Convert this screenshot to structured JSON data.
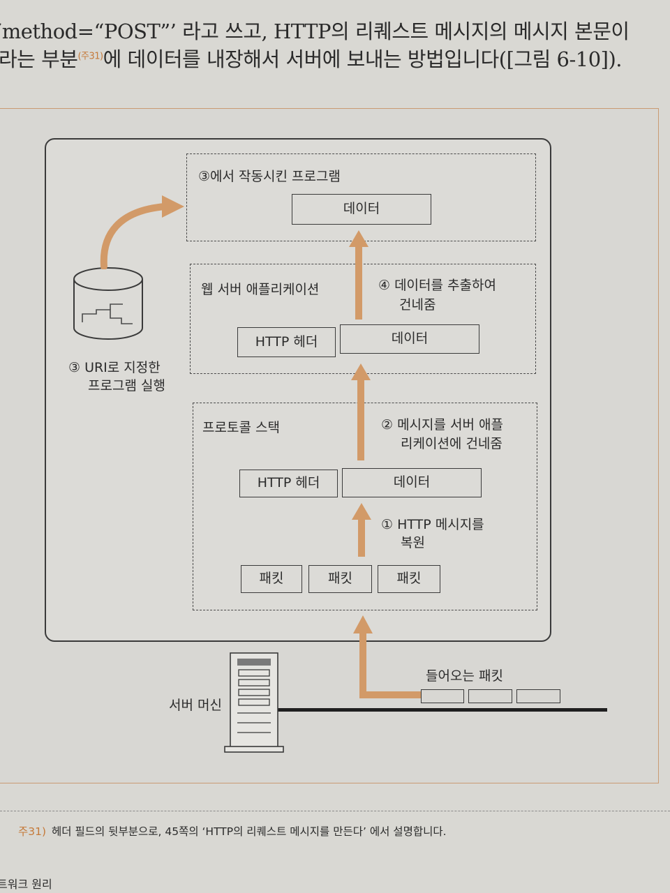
{
  "text": {
    "line1": "‘method=“POST”’ 라고 쓰고, HTTP의 리퀘스트 메시지의 메시지 본문이",
    "line2a": "라는 부분",
    "line2_sup": "(주31)",
    "line2b": "에 데이터를 내장해서 서버에 보내는 방법입니다([그림 6-10])."
  },
  "figure": {
    "top_box_title": "③에서 작동시킨 프로그램",
    "top_box_data": "데이터",
    "web_app_title": "웹 서버 애플리케이션",
    "web_app_header": "HTTP 헤더",
    "web_app_data": "데이터",
    "step4_line1": "④ 데이터를  추출하여",
    "step4_line2": "건네줌",
    "db_label_line1": "③ URI로 지정한",
    "db_label_line2": "프로그램 실행",
    "stack_title": "프로토콜 스택",
    "step2_line1": "② 메시지를 서버 애플",
    "step2_line2": "리케이션에 건네줌",
    "stack_header": "HTTP 헤더",
    "stack_data": "데이터",
    "step1_line1": "① HTTP 메시지를",
    "step1_line2": "복원",
    "packets": [
      "패킷",
      "패킷",
      "패킷"
    ],
    "incoming_label": "들어오는 패킷",
    "server_machine": "서버 머신"
  },
  "footnote": {
    "marker": "주31)",
    "text": "헤더 필드의 뒷부분으로, 45쪽의 ‘HTTP의 리퀘스트 메시지를 만든다’ 에서 설명합니다."
  },
  "footer": {
    "running_title": "트워크 원리"
  },
  "colors": {
    "accent_orange": "#d29a68",
    "footnote_marker": "#c57a3a",
    "page_bg": "#d9d8d3"
  }
}
